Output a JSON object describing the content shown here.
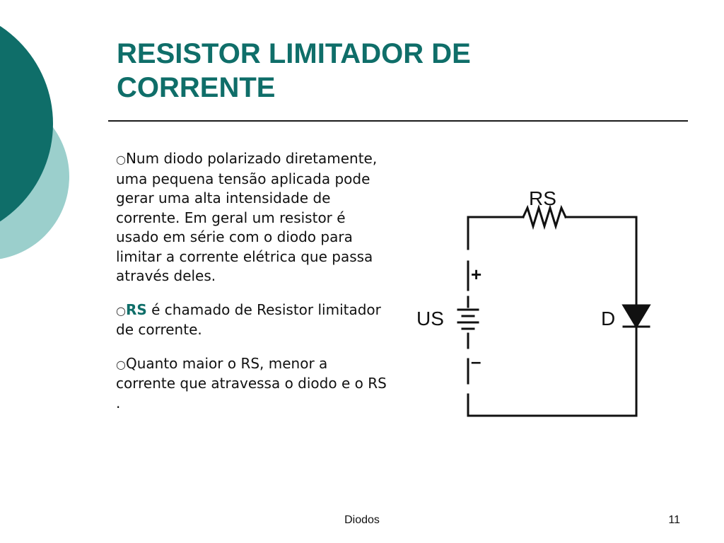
{
  "slide": {
    "title_line1": "RESISTOR LIMITADOR DE",
    "title_line2": "CORRENTE",
    "bullet_marker": "○",
    "bullets": [
      {
        "text": "Num diodo polarizado diretamente, uma pequena tensão aplicada pode gerar uma alta intensidade de corrente. Em geral um resistor é usado em série com o diodo para limitar a corrente elétrica que passa através deles."
      },
      {
        "keyword": "RS",
        "text": " é chamado de Resistor limitador de corrente."
      },
      {
        "text": "Quanto maior o RS, menor a corrente que atravessa o diodo e o RS ."
      }
    ]
  },
  "circuit": {
    "resistor_label": "RS",
    "source_label": "US",
    "diode_label": "D",
    "plus_sign": "+",
    "minus_sign": "–"
  },
  "footer": {
    "center": "Diodos",
    "page_number": "11"
  },
  "colors": {
    "title": "#0f6e69",
    "decor_dark": "#0f6e69",
    "decor_light": "#9bcfcc"
  }
}
